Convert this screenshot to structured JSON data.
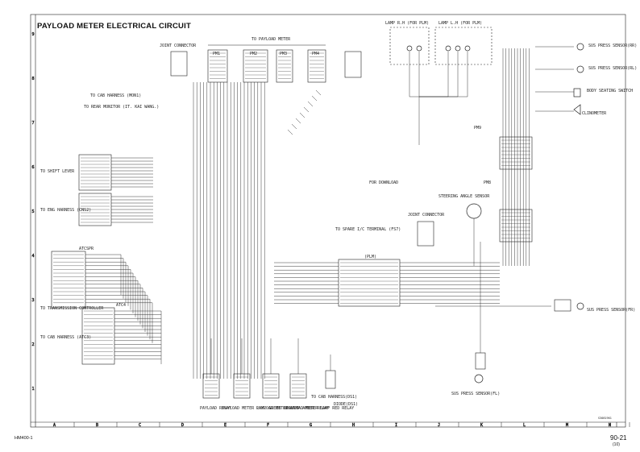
{
  "title": "PAYLOAD METER ELECTRICAL CIRCUIT",
  "footer": {
    "doc_code": "HM400-1",
    "page": "90-21",
    "page_sub": "(10)"
  },
  "drawing_id": "S3081961",
  "grid": {
    "columns": [
      "A",
      "B",
      "C",
      "D",
      "E",
      "F",
      "G",
      "H",
      "I",
      "J",
      "K",
      "L",
      "M",
      "N"
    ],
    "rows": [
      "9",
      "8",
      "7",
      "6",
      "5",
      "4",
      "3",
      "2",
      "1"
    ]
  },
  "labels": {
    "payload_meter": "TO PAYLOAD METER",
    "joint_connector_top": "JOINT CONNECTOR",
    "joint_connector_mid": "JOINT CONNECTOR",
    "lamp_r": "LAMP R.H (FOR PLM)",
    "lamp_l": "LAMP L.H (FOR PLM)",
    "cab_harness_mon": "TO CAB HARNESS (MON1)",
    "rear_monitor": "TO REAR MONITOR (IT. KAI WANG.)",
    "shift_lever": "TO SHIFT LEVER",
    "eng_harness": "TO ENG HARNESS (CNS2)",
    "transmission": "TO TRANSMISSION CONTROLLER",
    "cab_harness_atc": "TO CAB HARNESS (ATC3)",
    "download": "FOR DOWNLOAD",
    "spare_terminal": "TO SPARE I/C TERMINAL (FS7)",
    "steering_sensor": "STEERING ANGLE SENSOR",
    "sus_press_rr": "SUS PRESS SENSOR(RR)",
    "sus_press_rl": "SUS PRESS SENSOR(RL)",
    "body_seating": "BODY SEATING SWITCH",
    "clinometer": "CLINOMETER",
    "sus_press_fr": "SUS PRESS SENSOR(FR)",
    "sus_press_fl": "SUS PRESS SENSOR(FL)",
    "cab_harness_dr": "TO CAB HARNESS(DS1)",
    "diode": "DIODE(DS1)",
    "payload_relay": "PAYLOAD RELAY",
    "green_relay": "PAYLOAD METER LAMP GREEN RELAY",
    "amber_relay": "PAYLOAD METER LAMP AMBER RELAY",
    "red_relay": "PAYLOAD METER LAMP RED RELAY",
    "plm": "(PLM)",
    "pm1": "PM1",
    "pm2": "PM2",
    "pm3": "PM3",
    "pm4": "PM4",
    "atc_spare": "ATCSPR",
    "atc4": "ATC4",
    "pm9": "PM9",
    "pm8": "PM8"
  }
}
